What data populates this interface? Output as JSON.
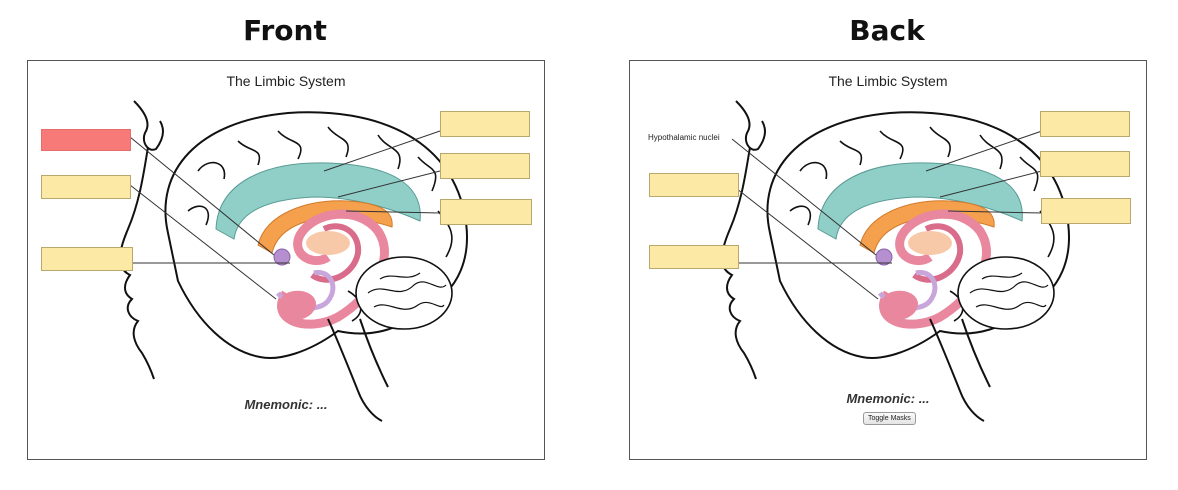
{
  "headings": {
    "front": "Front",
    "back": "Back"
  },
  "card": {
    "title": "The Limbic System",
    "mnemonic": "Mnemonic: ..."
  },
  "front": {
    "masks": [
      {
        "name": "mask-left-1",
        "state": "active-red"
      },
      {
        "name": "mask-left-2",
        "state": "hidden"
      },
      {
        "name": "mask-left-3",
        "state": "hidden"
      },
      {
        "name": "mask-right-1",
        "state": "hidden"
      },
      {
        "name": "mask-right-2",
        "state": "hidden"
      },
      {
        "name": "mask-right-3",
        "state": "hidden"
      }
    ]
  },
  "back": {
    "revealed_label": "Hypothalamic nuclei",
    "toggle_button": "Toggle Masks"
  },
  "colors": {
    "mask_yellow": "#fde9a6",
    "mask_red": "#f77a78",
    "teal": "#8fcfc8",
    "orange": "#f5a04c",
    "pink": "#e8879e",
    "purple": "#b58fd0"
  }
}
